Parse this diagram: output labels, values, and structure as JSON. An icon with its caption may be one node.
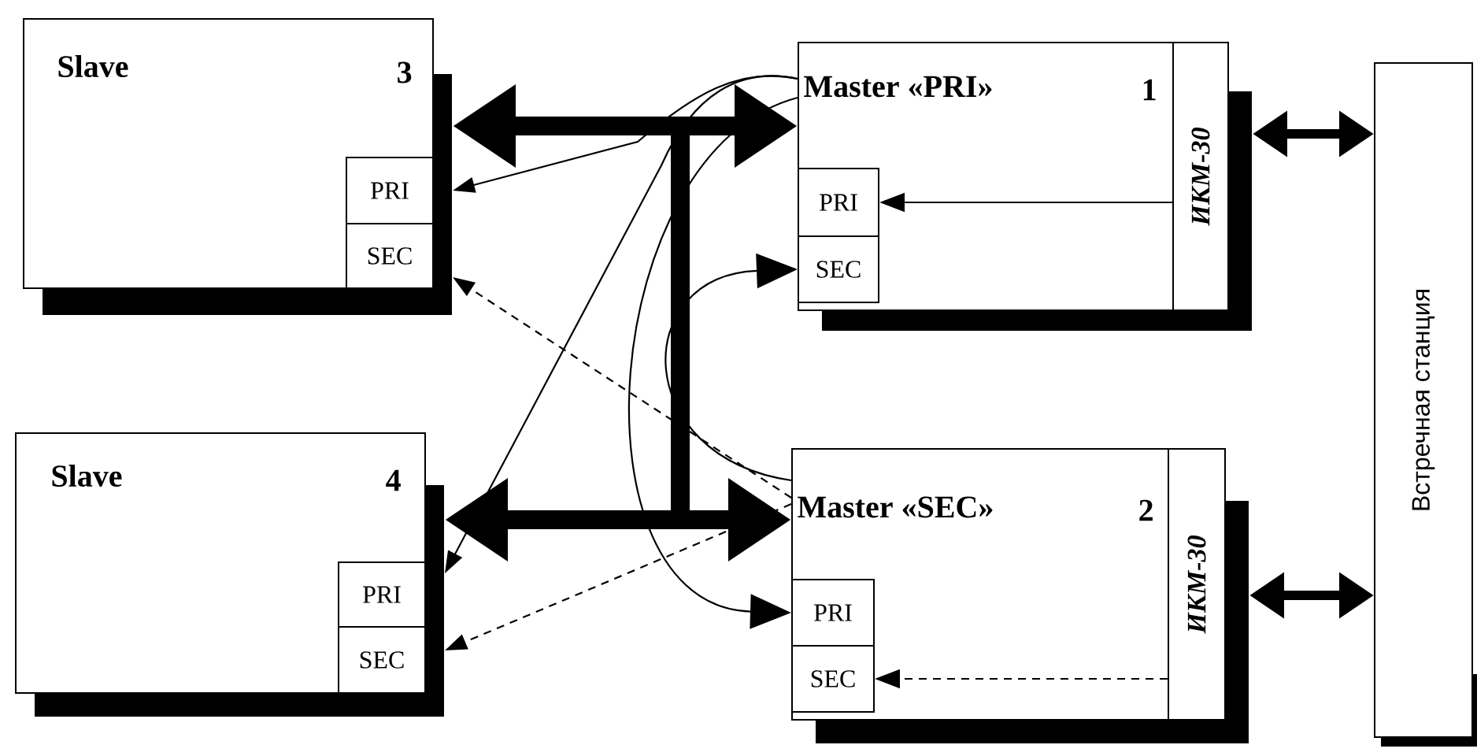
{
  "diagram": {
    "nodes": [
      {
        "text": [
          "Slave",
          "3"
        ]
      },
      {
        "text": [
          "PRI"
        ],
        "in": 0
      },
      {
        "text": [
          "SEC"
        ],
        "in": 0
      },
      {
        "text": [
          "Slave",
          "4"
        ]
      },
      {
        "text": [
          "PRI"
        ],
        "in": 3
      },
      {
        "text": [
          "SEC"
        ],
        "in": 3
      },
      {
        "text": [
          "Master «PRI»",
          "1"
        ]
      },
      {
        "text": [
          "PRI"
        ],
        "in": 6
      },
      {
        "text": [
          "SEC"
        ],
        "in": 6
      },
      {
        "text": [
          "ИКМ-30"
        ],
        "in": 6
      },
      {
        "text": [
          "Master «SEC»",
          "2"
        ]
      },
      {
        "text": [
          "PRI"
        ],
        "in": 10
      },
      {
        "text": [
          "SEC"
        ],
        "in": 10
      },
      {
        "text": [
          "ИКМ-30"
        ],
        "in": 10
      },
      {
        "text": [
          "Встречная станция"
        ]
      }
    ],
    "edges": [
      {
        "from": 6,
        "to": 0,
        "arrow": "both",
        "style": "thick"
      },
      {
        "from": 10,
        "to": 3,
        "arrow": "both",
        "style": "thick"
      },
      {
        "from": 6,
        "to": 3,
        "arrow": "both",
        "style": "thick"
      },
      {
        "from": 10,
        "to": 0,
        "arrow": "both",
        "style": "thick"
      },
      {
        "from": 6,
        "to": 1,
        "arrow": "to"
      },
      {
        "from": 6,
        "to": 4,
        "arrow": "to"
      },
      {
        "from": 6,
        "to": 11,
        "arrow": "to"
      },
      {
        "from": 10,
        "to": 8,
        "arrow": "to"
      },
      {
        "from": 10,
        "to": 2,
        "arrow": "to",
        "style": "dashed"
      },
      {
        "from": 10,
        "to": 5,
        "arrow": "to",
        "style": "dashed"
      },
      {
        "from": 9,
        "to": 7,
        "arrow": "to"
      },
      {
        "from": 13,
        "to": 12,
        "arrow": "to",
        "style": "dashed"
      },
      {
        "from": 6,
        "to": 14,
        "arrow": "both",
        "style": "thick"
      },
      {
        "from": 10,
        "to": 14,
        "arrow": "both",
        "style": "thick"
      }
    ]
  }
}
